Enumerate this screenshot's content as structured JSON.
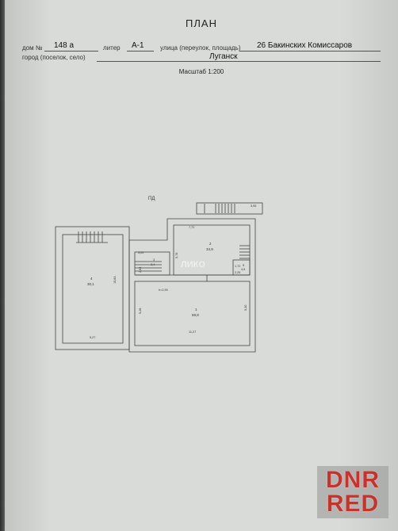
{
  "document": {
    "title": "ПЛАН",
    "row1": {
      "house_label": "дом №",
      "house_value": "148 а",
      "liter_label": "литер",
      "liter_value": "А-1",
      "street_label": "улица (переулок, площадь)",
      "street_value": "26 Бакинских Комиссаров"
    },
    "row2": {
      "city_label": "город (поселок, село)",
      "city_value": "Луганск"
    },
    "scale": "Масштаб 1:200"
  },
  "plan": {
    "pd_label": "ПД",
    "rooms": [
      {
        "number": "4",
        "area": "30,1"
      },
      {
        "number": "1",
        "area": "59,8"
      },
      {
        "number": "2",
        "area": "34,9"
      },
      {
        "number": "3",
        "area": "2,4"
      },
      {
        "number": "5",
        "area": "4,6"
      }
    ],
    "dimensions": [
      "5,27",
      "15,83",
      "11,27",
      "5,28",
      "5,30",
      "7,72",
      "5,78",
      "3,20",
      "2,63",
      "h=2,90",
      "3,95",
      "1,72",
      "2,25"
    ],
    "watermark_center": "ЛИКО"
  },
  "watermark": {
    "line1": "DNR",
    "line2": "RED",
    "color": "#c8322a"
  }
}
